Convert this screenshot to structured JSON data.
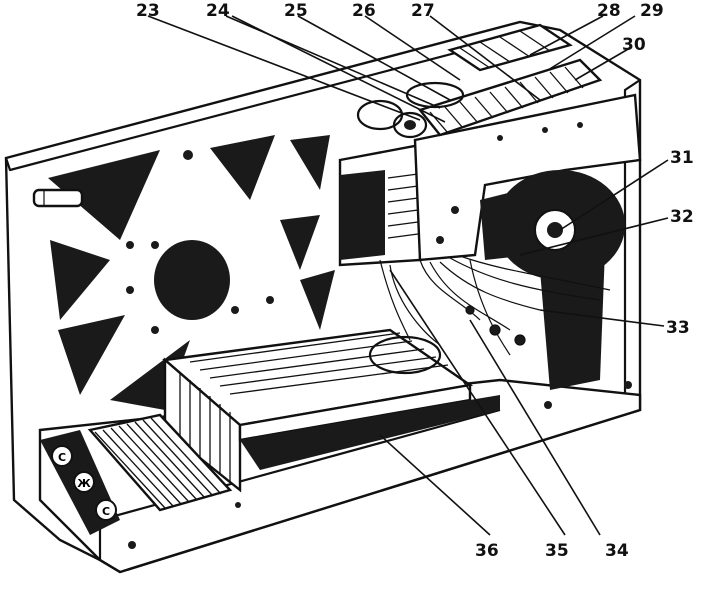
{
  "callouts": {
    "c23": "23",
    "c24": "24",
    "c25": "25",
    "c26": "26",
    "c27": "27",
    "c28": "28",
    "c29": "29",
    "c30": "30",
    "c31": "31",
    "c32": "32",
    "c33": "33",
    "c34": "34",
    "c35": "35",
    "c36": "36"
  },
  "terminal_labels": [
    "C",
    "Ж",
    "C"
  ]
}
